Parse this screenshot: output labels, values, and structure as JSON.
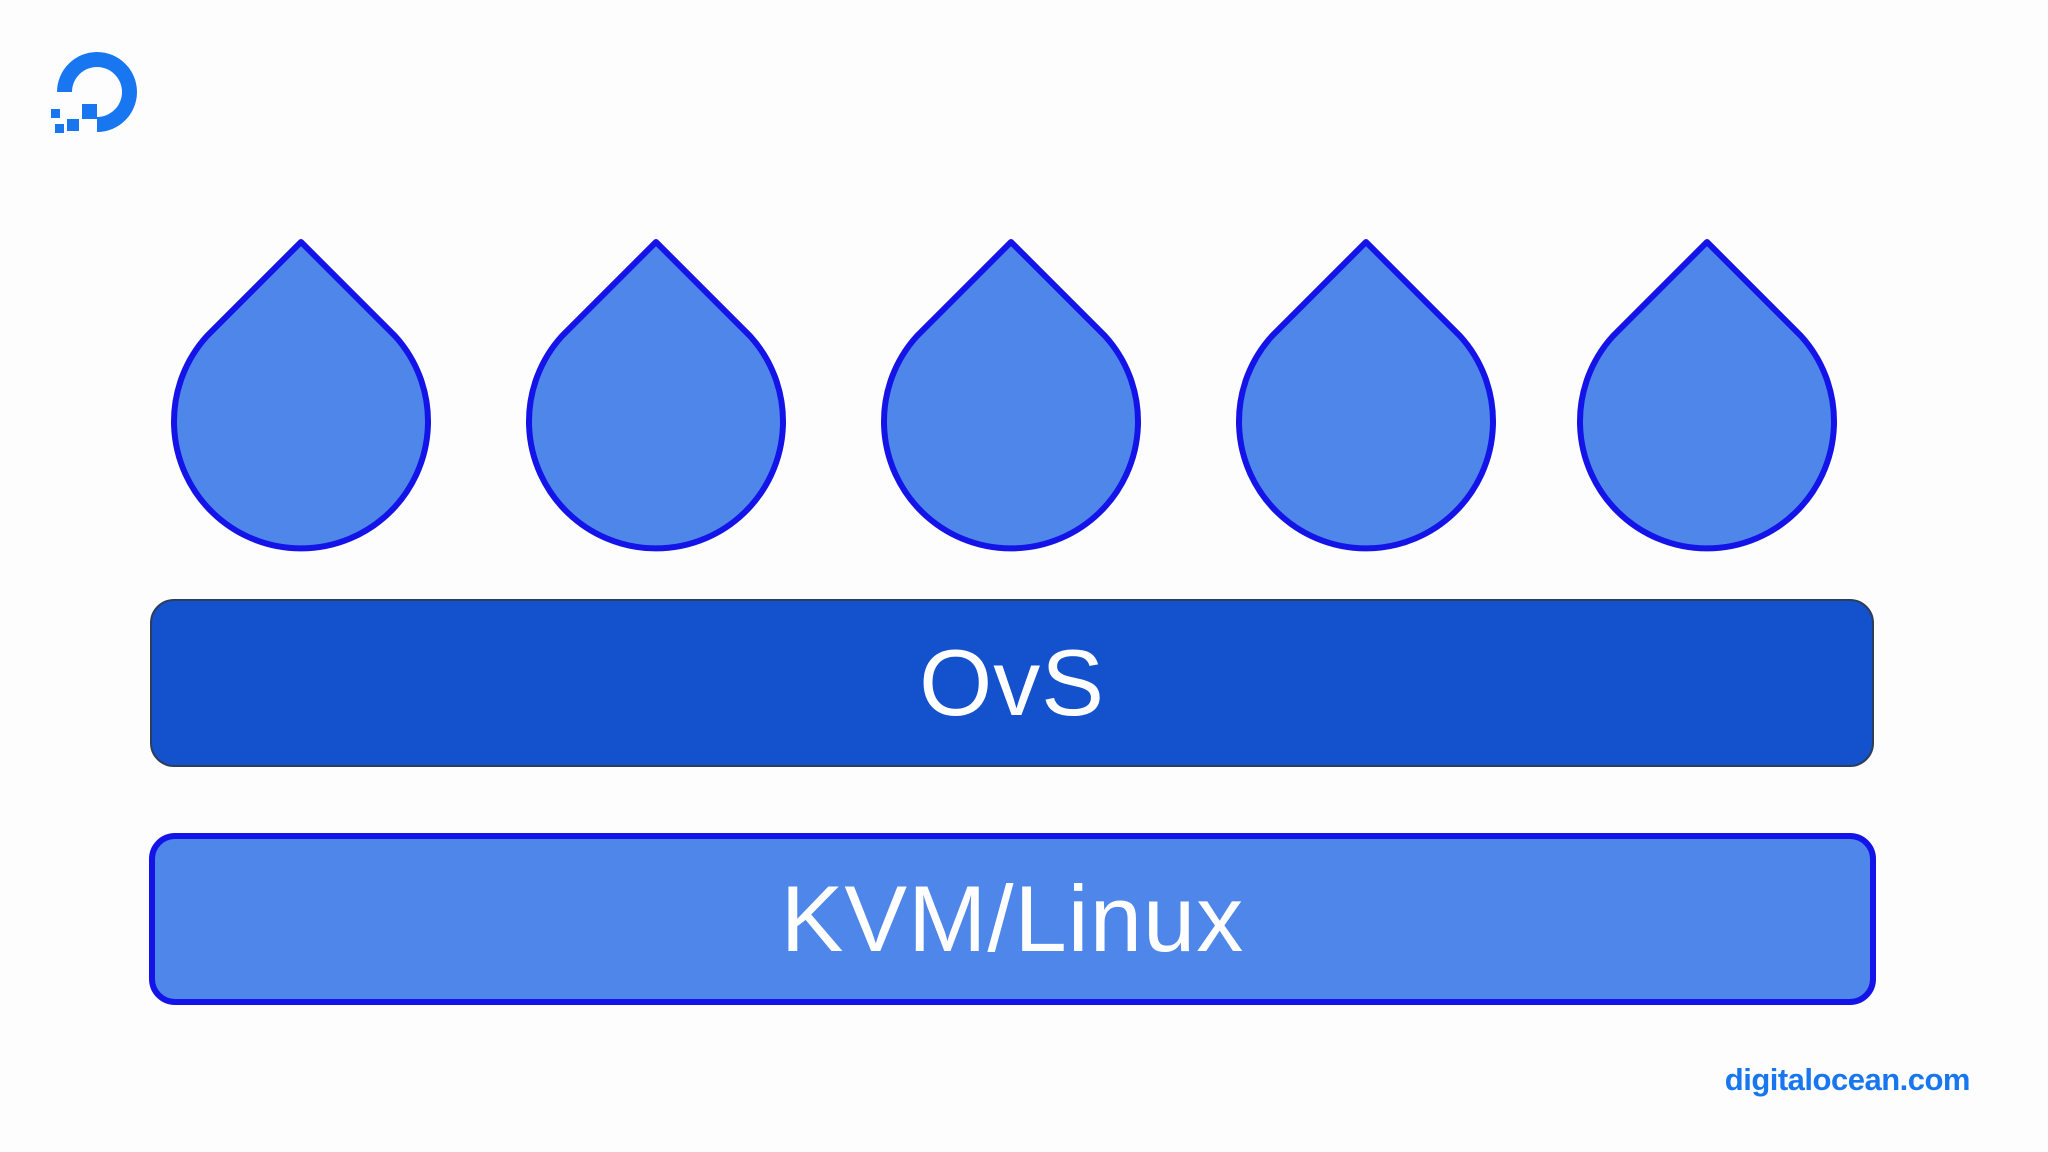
{
  "brand": {
    "logo_icon": "digitalocean-logo-icon",
    "url_text": "digitalocean.com",
    "accent_color": "#1877f0"
  },
  "diagram": {
    "droplet_count": 5,
    "droplet_icon": "droplet-icon",
    "droplet_fill": "#4e86ea",
    "droplet_stroke": "#1414e8",
    "layers": [
      {
        "label": "OvS",
        "fill": "#1352cc"
      },
      {
        "label": "KVM/Linux",
        "fill": "#4e86ea"
      }
    ]
  }
}
